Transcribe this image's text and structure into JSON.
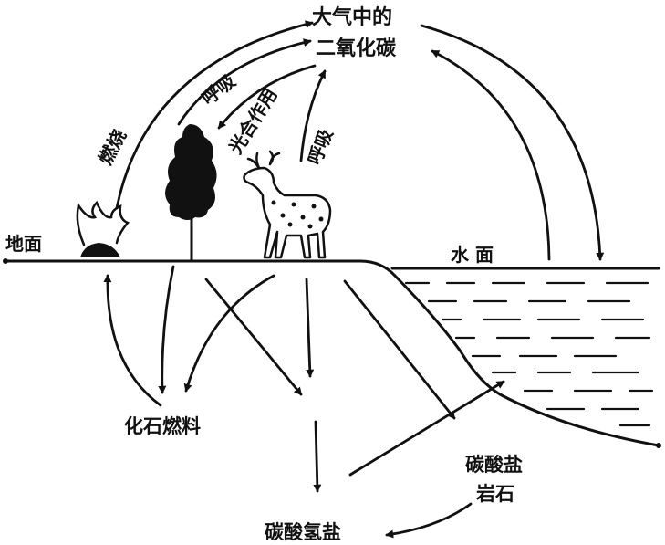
{
  "labels": {
    "atmosphere_co2_line1": "大气中的",
    "atmosphere_co2_line2": "二氧化碳",
    "burning": "燃烧",
    "respiration_plant": "呼吸",
    "photosynthesis": "光合作用",
    "respiration_animal": "呼吸",
    "ground": "地面",
    "water_surface": "水 面",
    "fossil_fuel": "化石燃料",
    "carbonate_line1": "碳酸盐",
    "carbonate_line2": "岩石",
    "bicarbonate": "碳酸氢盐"
  },
  "colors": {
    "ink": "#111111",
    "background": "#ffffff"
  },
  "icons": [
    "fire-icon",
    "tree-icon",
    "deer-icon"
  ]
}
